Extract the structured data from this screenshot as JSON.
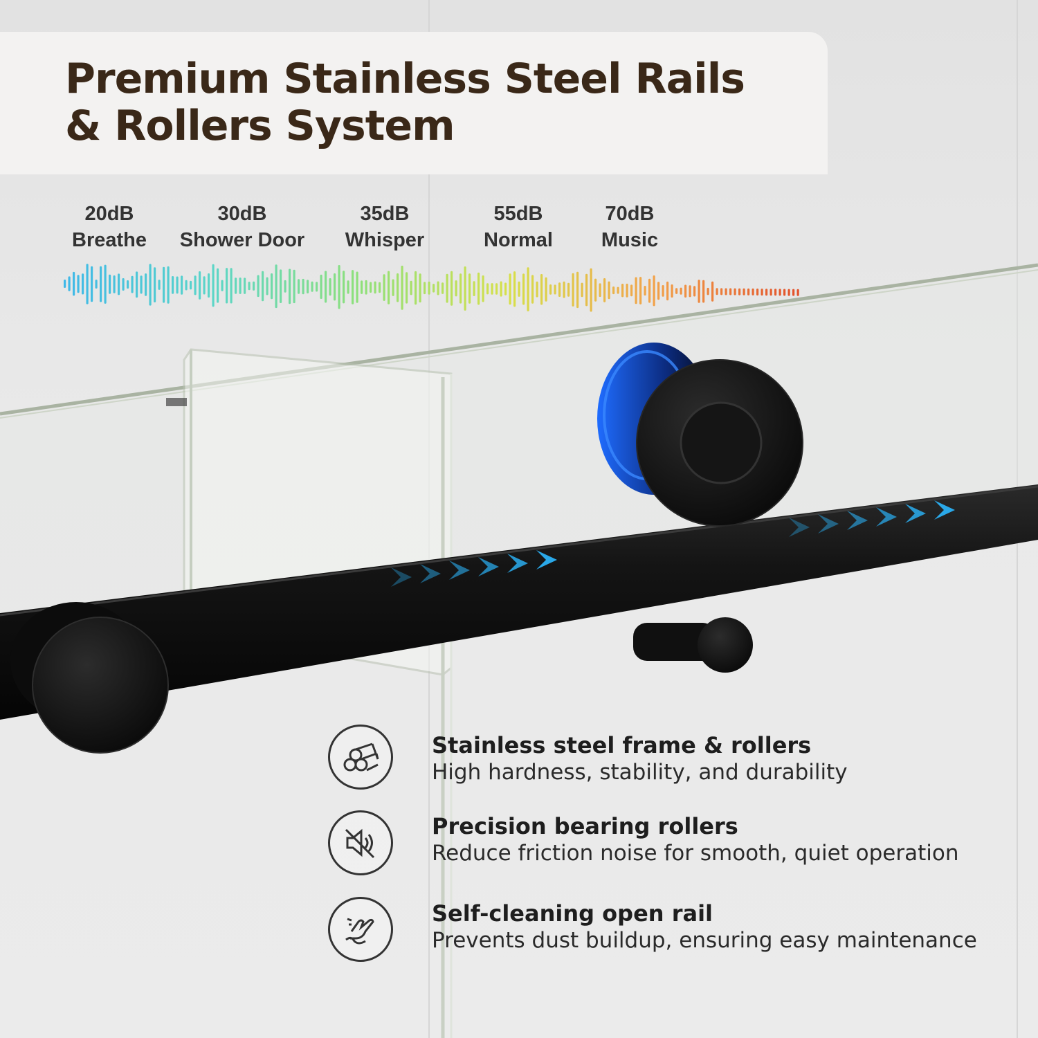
{
  "headline": {
    "line1": "Premium Stainless Steel Rails",
    "line2": "& Rollers System"
  },
  "noise_levels": [
    {
      "db": "20dB",
      "label": "Breathe"
    },
    {
      "db": "30dB",
      "label": "Shower Door"
    },
    {
      "db": "35dB",
      "label": "Whisper"
    },
    {
      "db": "55dB",
      "label": "Normal"
    },
    {
      "db": "70dB",
      "label": "Music"
    }
  ],
  "waveform_colors": [
    "#3fb8e8",
    "#5cd6c8",
    "#8ee07a",
    "#d6e04a",
    "#f2a24a",
    "#e2502a"
  ],
  "colors": {
    "headline": "#3a2818",
    "rail": "#121212",
    "arrow": "#2aa8e8",
    "roller_glow": "#1f6cff"
  },
  "features": [
    {
      "icon": "steel-pipes-icon",
      "title": "Stainless steel frame & rollers",
      "desc": "High hardness, stability, and durability"
    },
    {
      "icon": "mute-speaker-icon",
      "title": "Precision bearing rollers",
      "desc": "Reduce friction noise for smooth, quiet operation"
    },
    {
      "icon": "wiping-hand-icon",
      "title": "Self-cleaning open rail",
      "desc": "Prevents dust buildup, ensuring easy maintenance"
    }
  ]
}
